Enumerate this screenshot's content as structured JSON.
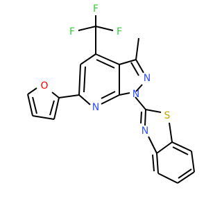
{
  "colors": {
    "background": "#ffffff",
    "bond": "#000000",
    "fluorine": "#33cc33",
    "oxygen": "#ff0000",
    "nitrogen": "#3050f8",
    "sulfur": "#c6a700"
  },
  "atoms": {
    "f1": "F",
    "f2": "F",
    "f3": "F",
    "o_furan": "O",
    "n_pyrazole_2": "N",
    "n_pyrazole_1": "N",
    "n_pyridine": "N",
    "s_thiazole": "S",
    "n_thiazole": "N"
  }
}
